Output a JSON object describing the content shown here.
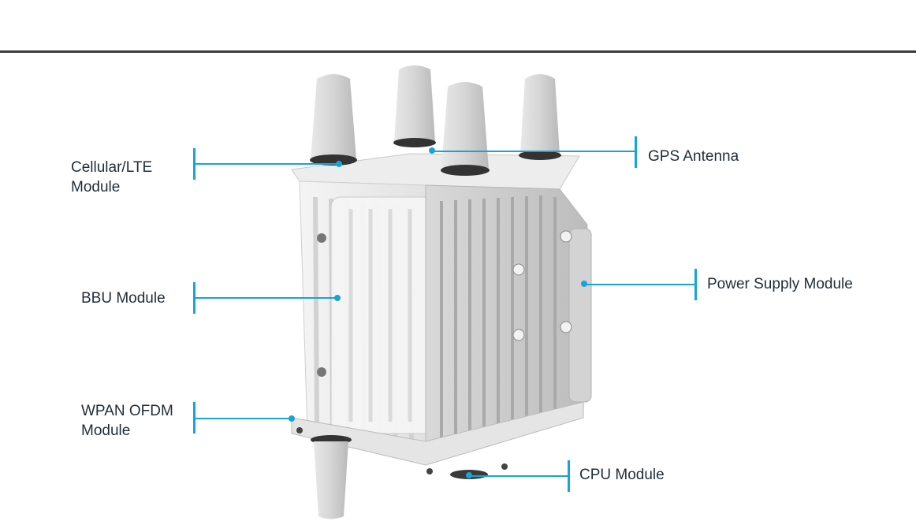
{
  "labels": {
    "cellular": "Cellular/LTE\nModule",
    "bbu": "BBU Module",
    "wpan": "WPAN OFDM\nModule",
    "gps": "GPS Antenna",
    "power": "Power Supply Module",
    "cpu": "CPU Module"
  },
  "colors": {
    "accent": "#1aa3d6",
    "rule": "#3a3a3a",
    "text": "#1f2d3a"
  }
}
